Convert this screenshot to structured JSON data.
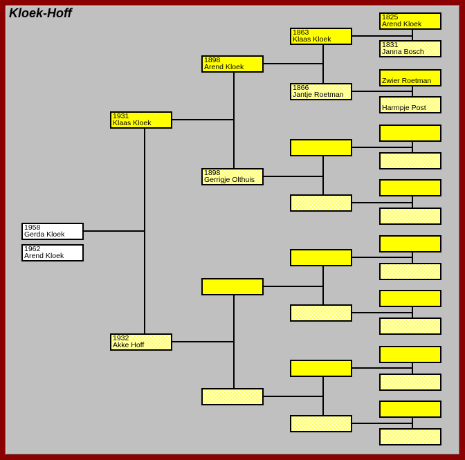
{
  "title": "Kloek-Hoff",
  "colors": {
    "frame_border": "#8B0000",
    "background": "#C0C0C0",
    "box_fill_primary": "#FFFF00",
    "box_fill_secondary": "#FFFF99",
    "box_fill_root": "#FFFFFF",
    "box_border": "#000000",
    "connector_line": "#000000",
    "text": "#000000"
  },
  "tree": {
    "root": [
      {
        "year": "1958",
        "name": "Gerda Kloek"
      },
      {
        "year": "1962",
        "name": "Arend Kloek"
      }
    ],
    "gen2": [
      {
        "year": "1931",
        "name": "Klaas Kloek"
      },
      {
        "year": "1932",
        "name": "Akke Hoff"
      }
    ],
    "gen3": [
      {
        "year": "1898",
        "name": "Arend Kloek"
      },
      {
        "year": "1898",
        "name": "Gerrigje Olthuis"
      },
      {
        "year": "",
        "name": ""
      },
      {
        "year": "",
        "name": ""
      }
    ],
    "gen4": [
      {
        "year": "1863",
        "name": "Klaas Kloek"
      },
      {
        "year": "1866",
        "name": "Jantje Roetman"
      },
      {
        "year": "",
        "name": ""
      },
      {
        "year": "",
        "name": ""
      },
      {
        "year": "",
        "name": ""
      },
      {
        "year": "",
        "name": ""
      },
      {
        "year": "",
        "name": ""
      },
      {
        "year": "",
        "name": ""
      }
    ],
    "gen5": [
      {
        "year": "1825",
        "name": "Arend Kloek"
      },
      {
        "year": "1831",
        "name": "Janna Bosch"
      },
      {
        "year": "",
        "name": "Zwier Roetman"
      },
      {
        "year": "",
        "name": "Harmpje Post"
      },
      {
        "year": "",
        "name": ""
      },
      {
        "year": "",
        "name": ""
      },
      {
        "year": "",
        "name": ""
      },
      {
        "year": "",
        "name": ""
      },
      {
        "year": "",
        "name": ""
      },
      {
        "year": "",
        "name": ""
      },
      {
        "year": "",
        "name": ""
      },
      {
        "year": "",
        "name": ""
      },
      {
        "year": "",
        "name": ""
      },
      {
        "year": "",
        "name": ""
      },
      {
        "year": "",
        "name": ""
      },
      {
        "year": "",
        "name": ""
      }
    ]
  }
}
